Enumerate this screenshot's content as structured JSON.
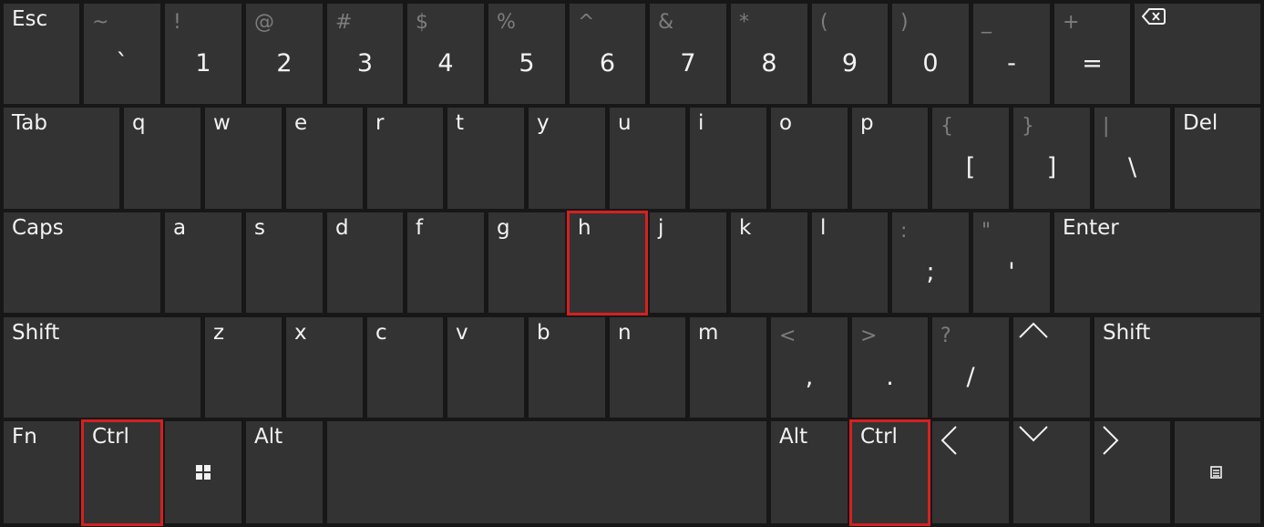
{
  "accent": "#d62020",
  "key_color": "#333333",
  "background_color": "#171717",
  "rows": [
    [
      {
        "name": "key-esc",
        "top": "Esc"
      },
      {
        "name": "key-backtick",
        "sec": "~",
        "prim": "`"
      },
      {
        "name": "key-1",
        "sec": "!",
        "prim": "1"
      },
      {
        "name": "key-2",
        "sec": "@",
        "prim": "2"
      },
      {
        "name": "key-3",
        "sec": "#",
        "prim": "3"
      },
      {
        "name": "key-4",
        "sec": "$",
        "prim": "4"
      },
      {
        "name": "key-5",
        "sec": "%",
        "prim": "5"
      },
      {
        "name": "key-6",
        "sec": "^",
        "prim": "6"
      },
      {
        "name": "key-7",
        "sec": "&",
        "prim": "7"
      },
      {
        "name": "key-8",
        "sec": "*",
        "prim": "8"
      },
      {
        "name": "key-9",
        "sec": "(",
        "prim": "9"
      },
      {
        "name": "key-0",
        "sec": ")",
        "prim": "0"
      },
      {
        "name": "key-minus",
        "sec": "_",
        "prim": "-"
      },
      {
        "name": "key-equals",
        "sec": "+",
        "prim": "="
      },
      {
        "name": "key-backspace",
        "icon": "backspace-icon"
      }
    ],
    [
      {
        "name": "key-tab",
        "top": "Tab"
      },
      {
        "name": "key-q",
        "top": "q"
      },
      {
        "name": "key-w",
        "top": "w"
      },
      {
        "name": "key-e",
        "top": "e"
      },
      {
        "name": "key-r",
        "top": "r"
      },
      {
        "name": "key-t",
        "top": "t"
      },
      {
        "name": "key-y",
        "top": "y"
      },
      {
        "name": "key-u",
        "top": "u"
      },
      {
        "name": "key-i",
        "top": "i"
      },
      {
        "name": "key-o",
        "top": "o"
      },
      {
        "name": "key-p",
        "top": "p"
      },
      {
        "name": "key-left-bracket",
        "sec": "{",
        "prim": "["
      },
      {
        "name": "key-right-bracket",
        "sec": "}",
        "prim": "]"
      },
      {
        "name": "key-backslash",
        "sec": "|",
        "prim": "\\"
      },
      {
        "name": "key-del",
        "top": "Del"
      }
    ],
    [
      {
        "name": "key-caps",
        "top": "Caps"
      },
      {
        "name": "key-a",
        "top": "a"
      },
      {
        "name": "key-s",
        "top": "s"
      },
      {
        "name": "key-d",
        "top": "d"
      },
      {
        "name": "key-f",
        "top": "f"
      },
      {
        "name": "key-g",
        "top": "g"
      },
      {
        "name": "key-h",
        "top": "h",
        "highlight": true
      },
      {
        "name": "key-j",
        "top": "j"
      },
      {
        "name": "key-k",
        "top": "k"
      },
      {
        "name": "key-l",
        "top": "l"
      },
      {
        "name": "key-semicolon",
        "sec": ":",
        "prim": ";"
      },
      {
        "name": "key-quote",
        "sec": "\"",
        "prim": "'"
      },
      {
        "name": "key-enter",
        "top": "Enter"
      }
    ],
    [
      {
        "name": "key-shift-left",
        "top": "Shift"
      },
      {
        "name": "key-z",
        "top": "z"
      },
      {
        "name": "key-x",
        "top": "x"
      },
      {
        "name": "key-c",
        "top": "c"
      },
      {
        "name": "key-v",
        "top": "v"
      },
      {
        "name": "key-b",
        "top": "b"
      },
      {
        "name": "key-n",
        "top": "n"
      },
      {
        "name": "key-m",
        "top": "m"
      },
      {
        "name": "key-comma",
        "sec": "<",
        "prim": ","
      },
      {
        "name": "key-period",
        "sec": ">",
        "prim": "."
      },
      {
        "name": "key-slash",
        "sec": "?",
        "prim": "/"
      },
      {
        "name": "key-arrow-up",
        "icon": "chevron-up-icon"
      },
      {
        "name": "key-shift-right",
        "top": "Shift"
      }
    ],
    [
      {
        "name": "key-fn",
        "top": "Fn"
      },
      {
        "name": "key-ctrl-left",
        "top": "Ctrl",
        "highlight": true
      },
      {
        "name": "key-windows",
        "icon": "windows-icon"
      },
      {
        "name": "key-alt-left",
        "top": "Alt"
      },
      {
        "name": "key-space"
      },
      {
        "name": "key-alt-right",
        "top": "Alt"
      },
      {
        "name": "key-ctrl-right",
        "top": "Ctrl",
        "highlight": true
      },
      {
        "name": "key-arrow-left",
        "icon": "chevron-left-icon"
      },
      {
        "name": "key-arrow-down",
        "icon": "chevron-down-icon"
      },
      {
        "name": "key-arrow-right",
        "icon": "chevron-right-icon"
      },
      {
        "name": "key-menu",
        "icon": "menu-icon"
      }
    ]
  ]
}
